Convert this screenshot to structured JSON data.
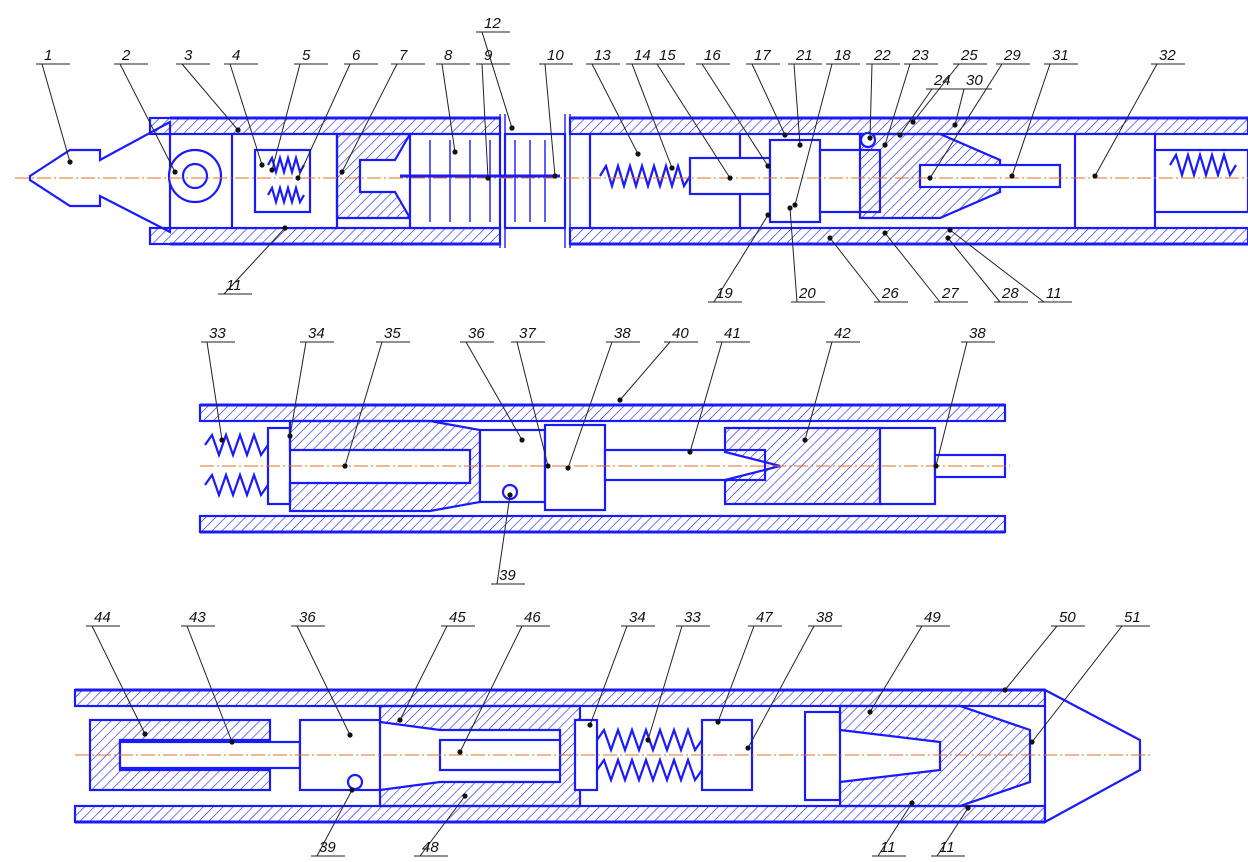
{
  "callouts": {
    "row1": [
      "1",
      "2",
      "3",
      "4",
      "5",
      "6",
      "7",
      "8",
      "9",
      "12",
      "10",
      "13",
      "14",
      "15",
      "16",
      "17",
      "21",
      "18",
      "22",
      "23",
      "25",
      "24",
      "29",
      "30",
      "31",
      "32"
    ],
    "row1_bottom": [
      "11",
      "19",
      "20",
      "26",
      "27",
      "28",
      "11"
    ],
    "row2": [
      "33",
      "34",
      "35",
      "36",
      "37",
      "38",
      "40",
      "41",
      "42",
      "38"
    ],
    "row2_bottom": [
      "39"
    ],
    "row3": [
      "44",
      "43",
      "36",
      "45",
      "46",
      "34",
      "33",
      "47",
      "38",
      "49",
      "50",
      "51"
    ],
    "row3_bottom": [
      "39",
      "48",
      "11",
      "11"
    ]
  },
  "colors": {
    "outline": "#1a1aff",
    "centerline": "#e07020",
    "leader": "#222222"
  }
}
